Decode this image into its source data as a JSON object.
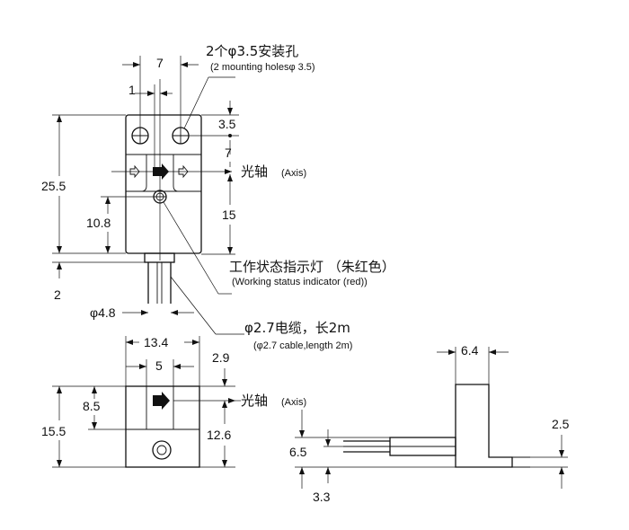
{
  "labels": {
    "mount_holes_cn": "2个φ3.5安装孔",
    "mount_holes_en": "(2 mounting holesφ 3.5)",
    "axis_cn": "光轴",
    "axis_en": "(Axis)",
    "indicator_cn": "工作状态指示灯 （朱红色）",
    "indicator_en": "(Working status indicator (red))",
    "cable_cn": "φ2.7电缆，长2m",
    "cable_en": "(φ2.7 cable,length 2m)",
    "axis2_cn": "光轴",
    "axis2_en": "(Axis)"
  },
  "dims": {
    "top_7": "7",
    "top_1": "1",
    "hole_3_5": "3.5",
    "right_7": "7",
    "height_25_5": "25.5",
    "left_10_8": "10.8",
    "right_15": "15",
    "left_2": "2",
    "dia_4_8": "φ4.8",
    "width_13_4": "13.4",
    "width_5": "5",
    "dim_2_9": "2.9",
    "dim_8_5": "8.5",
    "height_15_5": "15.5",
    "dim_12_6": "12.6",
    "side_6_4": "6.4",
    "side_2_5": "2.5",
    "side_6_5": "6.5",
    "side_3_3": "3.3"
  }
}
